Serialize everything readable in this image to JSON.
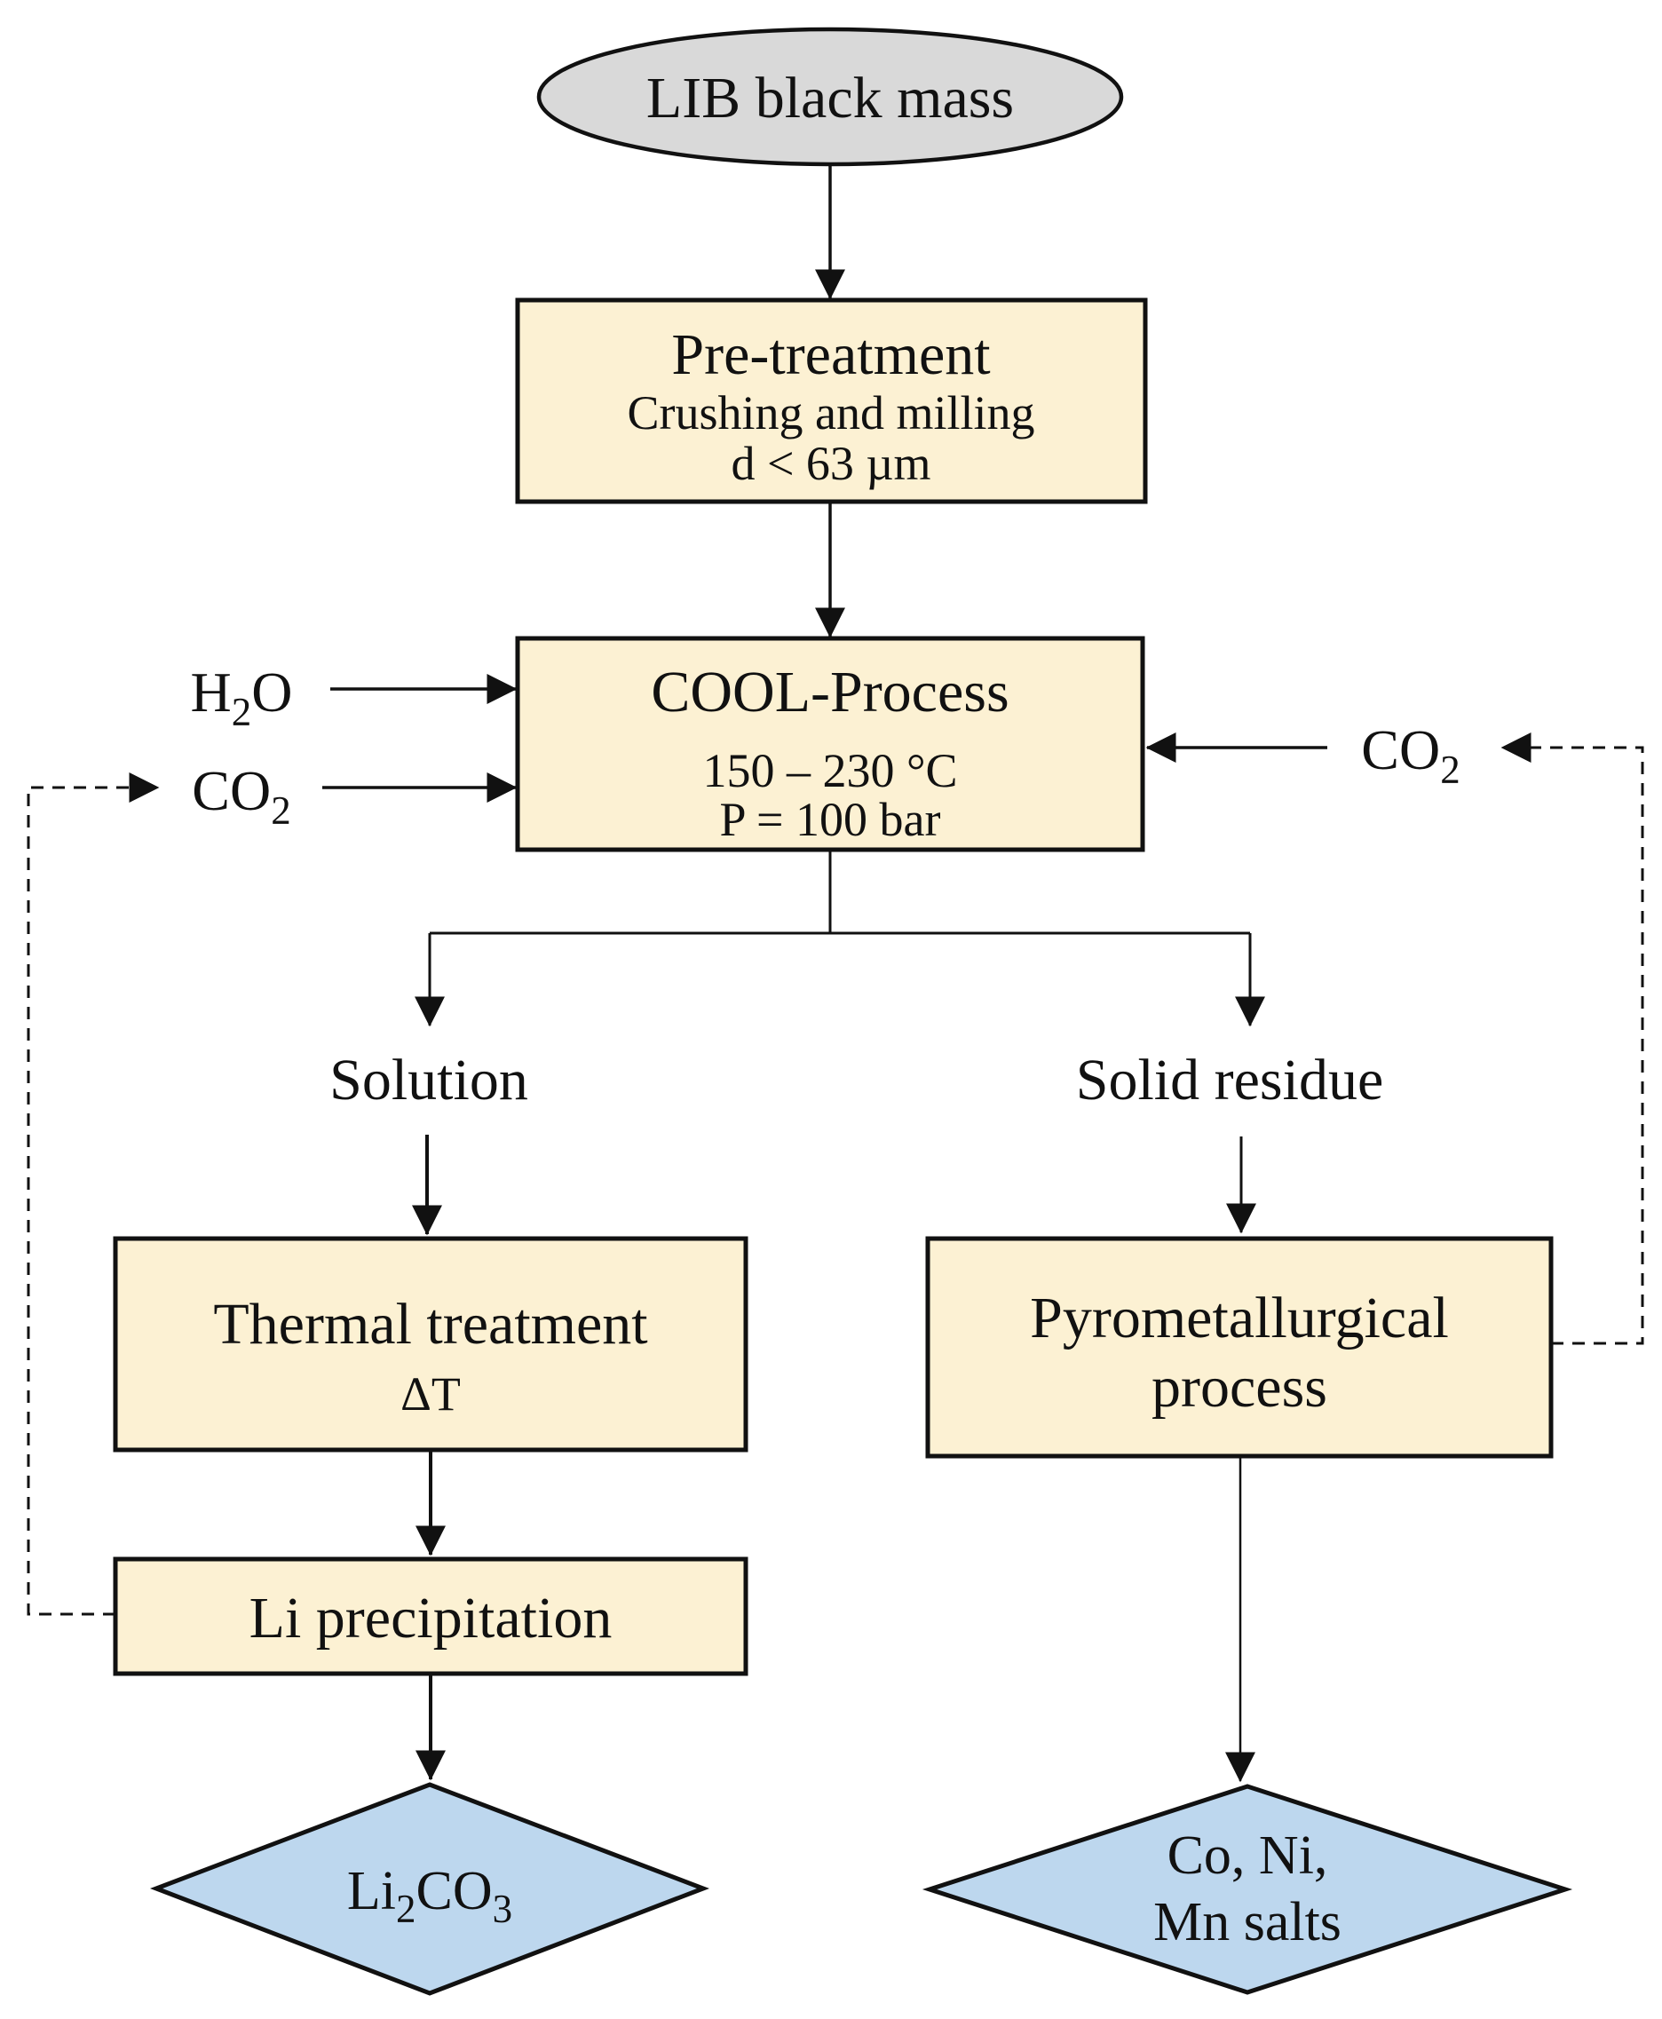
{
  "diagram": {
    "nodes": {
      "start": {
        "label": "LIB black mass"
      },
      "pretreatment": {
        "title": "Pre-treatment",
        "line1": "Crushing and milling",
        "line2": "d < 63 µm"
      },
      "cool": {
        "title": "COOL-Process",
        "line1": "150 – 230 °C",
        "line2": "P = 100 bar"
      },
      "thermal": {
        "title": "Thermal treatment",
        "line1": "ΔT"
      },
      "pyro": {
        "title1": "Pyrometallurgical",
        "title2": "process"
      },
      "li_precipitation": {
        "title": "Li precipitation"
      },
      "li2co3": {
        "pre": "Li",
        "sub1": "2",
        "mid": "CO",
        "sub2": "3"
      },
      "salts": {
        "line1": "Co, Ni,",
        "line2": "Mn salts"
      }
    },
    "streams": {
      "h2o": {
        "pre": "H",
        "sub": "2",
        "post": "O"
      },
      "co2_left": {
        "pre": "CO",
        "sub": "2"
      },
      "co2_right": {
        "pre": "CO",
        "sub": "2"
      },
      "solution": "Solution",
      "solid_residue": "Solid residue"
    },
    "colors": {
      "process_fill": "#FCF1D3",
      "start_fill": "#D9D9D9",
      "output_fill": "#BDD7EE",
      "line": "#111111"
    }
  }
}
